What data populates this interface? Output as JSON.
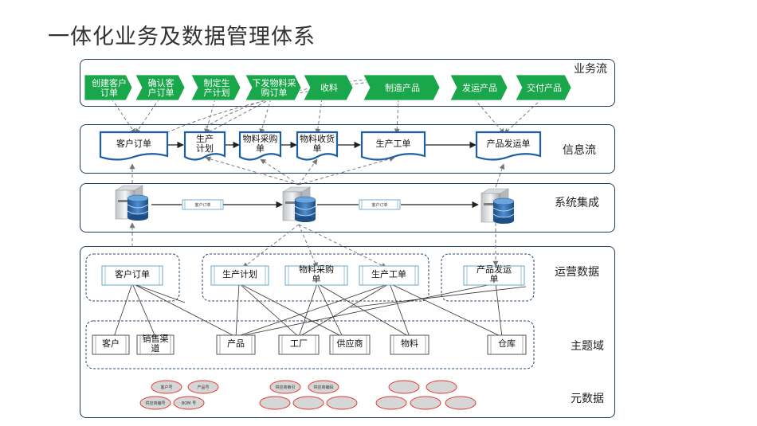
{
  "title": "一体化业务及数据管理体系",
  "rows": {
    "business_flow": "业务流",
    "info_flow": "信息流",
    "system_integration": "系统集成",
    "operational_data": "运营数据",
    "subject_domain": "主题域",
    "meta_data": "元数据"
  },
  "business_steps": [
    {
      "line1": "创建客户",
      "line2": "订单"
    },
    {
      "line1": "确认客",
      "line2": "户订单"
    },
    {
      "line1": "制定生",
      "line2": "产计划"
    },
    {
      "line1": "下发物料采",
      "line2": "购订单"
    },
    {
      "line1": "收料",
      "line2": ""
    },
    {
      "line1": "制造产品",
      "line2": ""
    },
    {
      "line1": "发运产品",
      "line2": ""
    },
    {
      "line1": "交付产品",
      "line2": ""
    }
  ],
  "info_docs": [
    {
      "line1": "客户订单",
      "line2": ""
    },
    {
      "line1": "生产",
      "line2": "计划"
    },
    {
      "line1": "物料采购",
      "line2": "单"
    },
    {
      "line1": "物料收货",
      "line2": "单"
    },
    {
      "line1": "生产工单",
      "line2": ""
    },
    {
      "line1": "产品发运单",
      "line2": ""
    }
  ],
  "system_messages": [
    "客户订单",
    "客户订单"
  ],
  "operational_items": [
    {
      "line1": "客户订单",
      "line2": ""
    },
    {
      "line1": "生产计划",
      "line2": ""
    },
    {
      "line1": "物料采购",
      "line2": "单"
    },
    {
      "line1": "生产工单",
      "line2": ""
    },
    {
      "line1": "产品发运",
      "line2": "单"
    }
  ],
  "subject_items": [
    {
      "line1": "客户",
      "line2": ""
    },
    {
      "line1": "销售渠",
      "line2": "道"
    },
    {
      "line1": "产品",
      "line2": ""
    },
    {
      "line1": "工厂",
      "line2": ""
    },
    {
      "line1": "供应商",
      "line2": ""
    },
    {
      "line1": "物料",
      "line2": ""
    },
    {
      "line1": "仓库",
      "line2": ""
    }
  ],
  "meta_labels": [
    "客户号",
    "产品号",
    "供应商索引",
    "供应商编码",
    "供应商编号",
    "BOM 号"
  ],
  "colors": {
    "chevron": "#1aa64a",
    "doc_border": "#1d5fa5",
    "panel_border": "#1f3b57",
    "meta_ellipse_fill": "#d6d6d6",
    "meta_ellipse_stroke": "#e0362f"
  }
}
